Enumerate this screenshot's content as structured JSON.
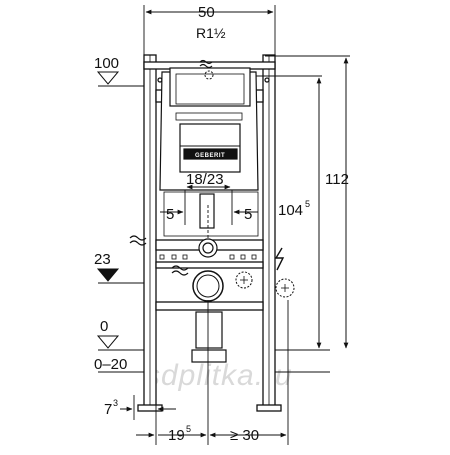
{
  "dimensions": {
    "top_width": "50",
    "pipe_thread": "R1½",
    "level_100": "100",
    "level_23": "23",
    "level_0": "0",
    "level_minus20": "0–20",
    "spacing_18_23": "18/23",
    "left_5": "5",
    "right_5": "5",
    "height_112": "112",
    "height_104": "104",
    "height_104_sup": "5",
    "bottom_7": "7",
    "bottom_7_sup": "3",
    "bottom_19": "19",
    "bottom_19_sup": "5",
    "bottom_30": "≥ 30"
  },
  "brand": "GEBERIT",
  "watermark": "sdplitka.ru",
  "colors": {
    "line": "#111111",
    "frame_fill": "#ffffff",
    "tank_fill": "#ffffff",
    "plate_fill": "#111111",
    "watermark": "#d9d9d9"
  },
  "icons": [
    "water-inlet-icon",
    "drain-icon",
    "electric-icon",
    "fixing-point-icon",
    "level-triangle-icon"
  ]
}
